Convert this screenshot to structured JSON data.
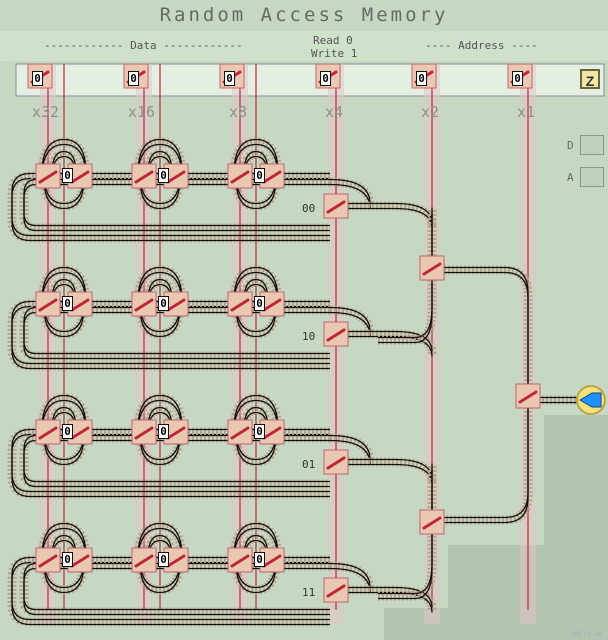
{
  "title": "Random Access Memory",
  "headers": {
    "data": "------------ Data ------------",
    "read": "Read 0",
    "write": "Write 1",
    "address": "---- Address ----"
  },
  "top_bits": [
    "0",
    "0",
    "0",
    "0",
    "0",
    "0"
  ],
  "weights": [
    "x32",
    "x16",
    "x8",
    "x4",
    "x2",
    "x1"
  ],
  "cell_bits": [
    [
      "0",
      "0",
      "0"
    ],
    [
      "0",
      "0",
      "0"
    ],
    [
      "0",
      "0",
      "0"
    ],
    [
      "0",
      "0",
      "0"
    ]
  ],
  "row_labels": [
    "00",
    "10",
    "01",
    "11"
  ],
  "side_labels": [
    "D",
    "A"
  ],
  "reset_label": "Z",
  "credit": "tt8.co.uk",
  "colors": {
    "background": "#c6d8c2",
    "rail_red": "#c0273a",
    "train_blue": "#1e90ff",
    "button_yellow": "#f1e6a6"
  }
}
